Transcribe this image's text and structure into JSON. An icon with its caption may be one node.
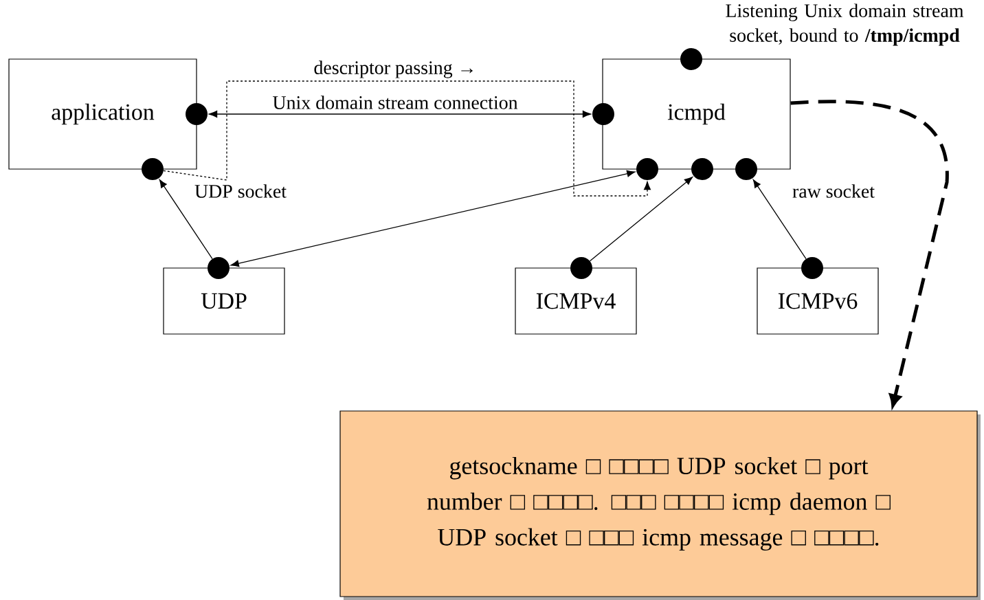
{
  "diagram": {
    "nodes": [
      {
        "text": [
          "application"
        ]
      },
      {
        "text": [
          "icmpd"
        ]
      },
      {
        "text": [
          "UDP"
        ]
      },
      {
        "text": [
          "ICMPv4"
        ]
      },
      {
        "text": [
          "ICMPv6"
        ]
      },
      {
        "text": [
          "getsockname □ □□□□ UDP socket □ port number □ □□□□. □□□ □□□□ icmp daemon □ UDP socket □ □□□ icmp message □ □□□□."
        ]
      },
      {
        "text": [],
        "shape": "circle"
      },
      {
        "text": [],
        "shape": "circle"
      },
      {
        "text": [],
        "shape": "circle",
        "beside": [
          "Listening Unix domain stream socket, bound to **/tmp/icmpd**"
        ]
      },
      {
        "text": [],
        "shape": "circle"
      },
      {
        "text": [],
        "shape": "circle"
      },
      {
        "text": [],
        "shape": "circle"
      },
      {
        "text": [],
        "shape": "circle"
      },
      {
        "text": [],
        "shape": "circle"
      },
      {
        "text": [],
        "shape": "circle"
      },
      {
        "text": [],
        "shape": "circle"
      }
    ],
    "edges": [
      {
        "from": 6,
        "to": 9,
        "arrow": "both",
        "label": "Unix domain stream connection"
      },
      {
        "from": 7,
        "to": 10,
        "arrow": "to",
        "label": "descriptor passing →",
        "style": "dashed"
      },
      {
        "from": 13,
        "to": 7,
        "arrow": "to"
      },
      {
        "from": 10,
        "to": 13,
        "arrow": "both"
      },
      {
        "from": 14,
        "to": 11,
        "arrow": "to"
      },
      {
        "from": 15,
        "to": 12,
        "arrow": "to"
      },
      {
        "from": 1,
        "to": 5,
        "arrow": "to",
        "style": "dashed"
      }
    ],
    "labels": [
      "UDP socket",
      "raw socket"
    ]
  }
}
